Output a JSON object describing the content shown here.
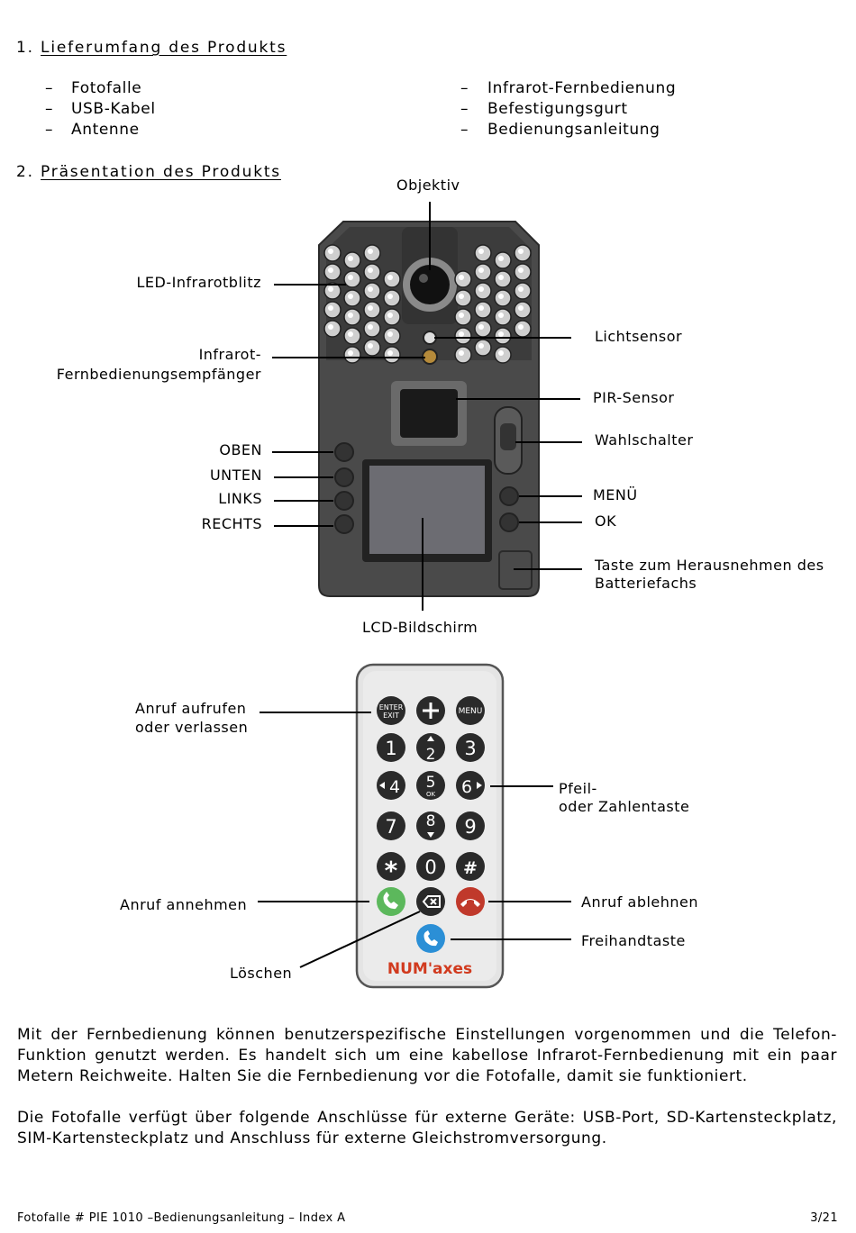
{
  "section1": {
    "number": "1.",
    "title": "Lieferumfang des Produkts"
  },
  "contents_left": [
    "Fotofalle",
    "USB-Kabel",
    "Antenne"
  ],
  "contents_right": [
    "Infrarot-Fernbedienung",
    "Befestigungsgurt",
    "Bedienungsanleitung"
  ],
  "dash": "–",
  "section2": {
    "number": "2.",
    "title": "Präsentation des Produkts"
  },
  "camera_labels": {
    "objective": "Objektiv",
    "led": "LED-Infrarotblitz",
    "ir_receiver_1": "Infrarot-",
    "ir_receiver_2": "Fernbedienungsempfänger",
    "light_sensor": "Lichtsensor",
    "pir": "PIR-Sensor",
    "selector": "Wahlschalter",
    "up": "OBEN",
    "down": "UNTEN",
    "left": "LINKS",
    "right": "RECHTS",
    "menu": "MENÜ",
    "ok": "OK",
    "battery_1": "Taste zum Herausnehmen des",
    "battery_2": "Batteriefachs",
    "lcd": "LCD-Bildschirm"
  },
  "remote_labels": {
    "call_enter_1": "Anruf aufrufen",
    "call_enter_2": "oder verlassen",
    "arrow_1": "Pfeil-",
    "arrow_2": "oder Zahlentaste",
    "accept": "Anruf annehmen",
    "reject": "Anruf ablehnen",
    "handsfree": "Freihandtaste",
    "delete": "Löschen"
  },
  "remote_keys": {
    "enter_1": "ENTER",
    "enter_2": "EXIT",
    "menu": "MENU",
    "digits": [
      "1",
      "2",
      "3",
      "4",
      "5",
      "6",
      "7",
      "8",
      "9",
      "0"
    ],
    "ok": "OK",
    "star": "*",
    "hash": "#",
    "brand": "NUM'axes"
  },
  "paragraph1": "Mit der Fernbedienung können benutzerspezifische Einstellungen vorgenommen und die Telefon-Funktion genutzt werden. Es handelt sich um eine kabellose Infrarot-Fernbedienung mit ein paar Metern Reichweite. Halten Sie die Fernbedienung vor die Fotofalle, damit sie funktioniert.",
  "paragraph2": "Die Fotofalle verfügt über folgende Anschlüsse für externe Geräte: USB-Port, SD-Kartensteckplatz, SIM-Kartensteckplatz und Anschluss für externe Gleichstromversorgung.",
  "footer": {
    "left": "Fotofalle # PIE 1010 –Bedienungsanleitung – Index A",
    "right": "3/21"
  },
  "colors": {
    "camera_body": "#4a4a4a",
    "remote_body": "#e4e4e4",
    "key": "#2a2a2a",
    "accept": "#5cb85c",
    "reject": "#c0392b",
    "handsfree": "#2b8fd6",
    "brand": "#d13a1e"
  }
}
